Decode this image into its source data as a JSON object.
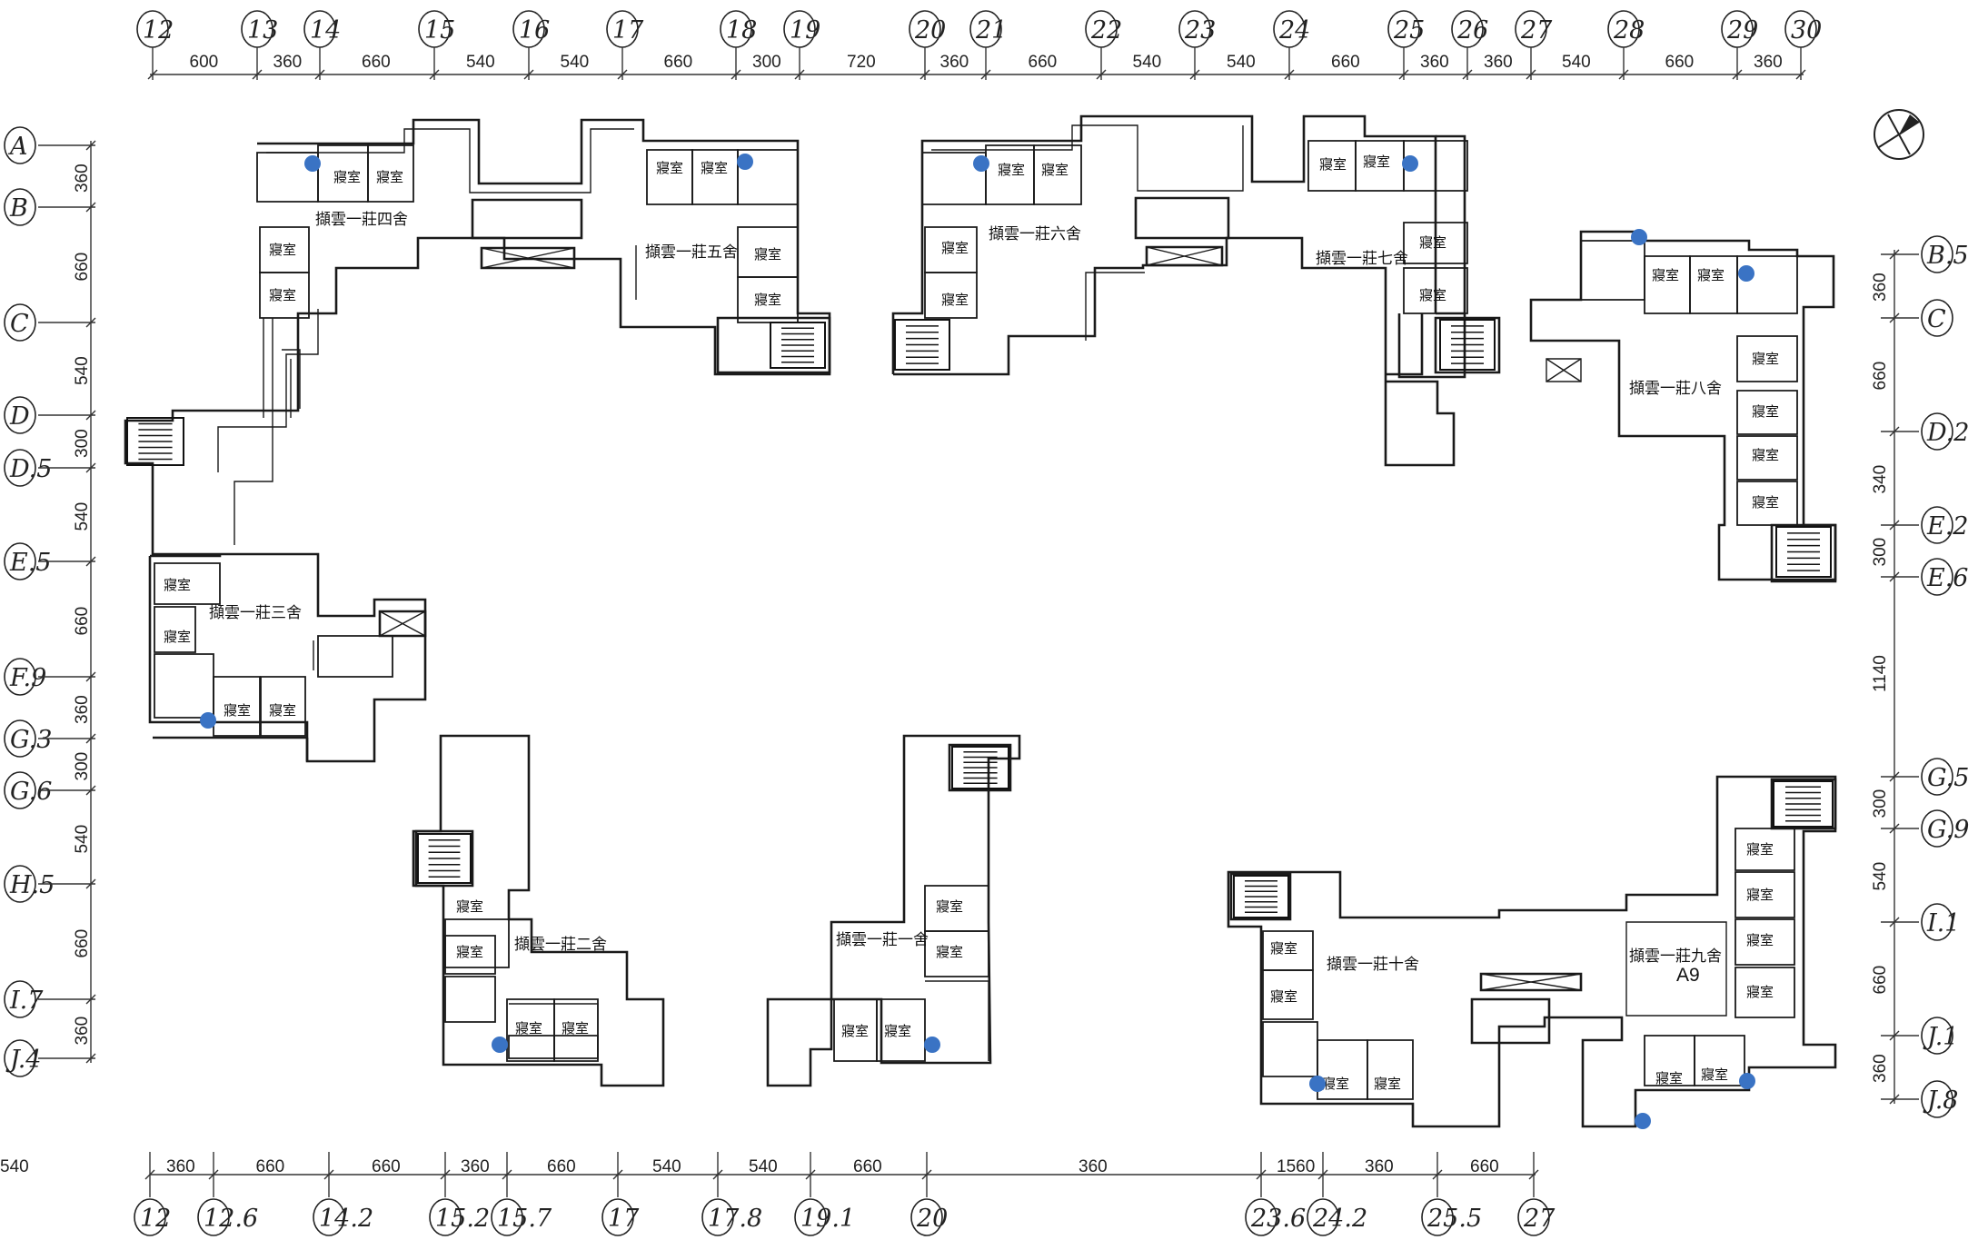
{
  "top_grid": {
    "labels": [
      "12",
      "13",
      "14",
      "15",
      "16",
      "17",
      "18",
      "19",
      "20",
      "21",
      "22",
      "23",
      "24",
      "25",
      "26",
      "27",
      "28",
      "29",
      "30"
    ],
    "dims": [
      "600",
      "360",
      "660",
      "540",
      "540",
      "660",
      "300",
      "720",
      "360",
      "660",
      "540",
      "540",
      "660",
      "360",
      "360",
      "540",
      "660",
      "360"
    ]
  },
  "bottom_grid": {
    "labels": [
      "12",
      "12.6",
      "14.2",
      "15.2",
      "15.7",
      "17",
      "17.8",
      "19.1",
      "20",
      "23.6",
      "24.2",
      "25.5",
      "27"
    ],
    "dims": [
      "360",
      "660",
      "660",
      "360",
      "660",
      "540",
      "540",
      "660",
      "360",
      "1560",
      "360",
      "660",
      "540"
    ]
  },
  "left_grid": {
    "labels": [
      "A",
      "B",
      "C",
      "D",
      "D.5",
      "E.5",
      "F.9",
      "G.3",
      "G.6",
      "H.5",
      "I.7",
      "J.4"
    ],
    "dims": [
      "360",
      "660",
      "540",
      "300",
      "540",
      "660",
      "360",
      "300",
      "540",
      "660",
      "360"
    ]
  },
  "right_grid": {
    "labels": [
      "B.5",
      "C",
      "D.2",
      "E.2",
      "E.6",
      "G.5",
      "G.9",
      "I.1",
      "J.1",
      "J.8"
    ],
    "dims": [
      "360",
      "660",
      "340",
      "300",
      "1140",
      "300",
      "540",
      "660",
      "360"
    ]
  },
  "room_label": "寢室",
  "units": [
    {
      "id": "u4",
      "name": "擷雲一莊四舍"
    },
    {
      "id": "u5",
      "name": "擷雲一莊五舍"
    },
    {
      "id": "u6",
      "name": "擷雲一莊六舍"
    },
    {
      "id": "u7",
      "name": "擷雲一莊七舍"
    },
    {
      "id": "u8",
      "name": "擷雲一莊八舍"
    },
    {
      "id": "u3",
      "name": "擷雲一莊三舍"
    },
    {
      "id": "u2",
      "name": "擷雲一莊二舍"
    },
    {
      "id": "u1",
      "name": "擷雲一莊一舍"
    },
    {
      "id": "u10",
      "name": "擷雲一莊十舍"
    },
    {
      "id": "u9",
      "name": "擷雲一莊九舍"
    }
  ],
  "tag": "A9",
  "colors": {
    "marker": "#3a73c4",
    "line": "#1a1a1a"
  },
  "icons": {
    "north": "north-arrow-icon",
    "stair": "stair-icon",
    "marker": "marker-dot-icon"
  }
}
